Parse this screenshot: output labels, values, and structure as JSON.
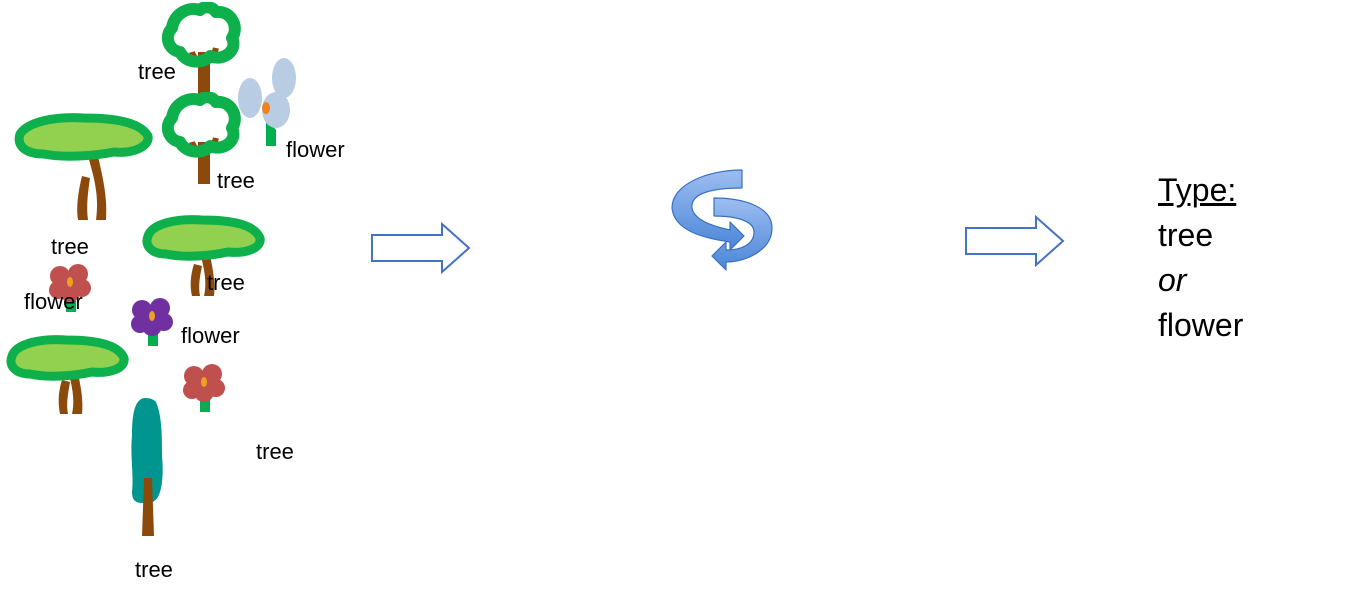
{
  "input_items": {
    "labels": [
      "tree",
      "tree",
      "flower",
      "tree",
      "tree",
      "flower",
      "flower",
      "tree",
      "tree"
    ]
  },
  "output": {
    "heading": "Type:",
    "option1": "tree",
    "connector": "or",
    "option2": "flower"
  },
  "colors": {
    "tree_canopy": "#0db04b",
    "tree_canopy_light": "#92d050",
    "tree_trunk": "#8b4a0c",
    "cypress": "#00968f",
    "flower_red": "#c0504d",
    "flower_purple": "#7030a0",
    "flower_pale": "#b8cce4",
    "flower_stem": "#00b050",
    "arrow_outline": "#4472c4",
    "cycle_arrow": "#6a9be0"
  },
  "icons": [
    "right-arrow-icon",
    "cycle-arrows-icon"
  ]
}
